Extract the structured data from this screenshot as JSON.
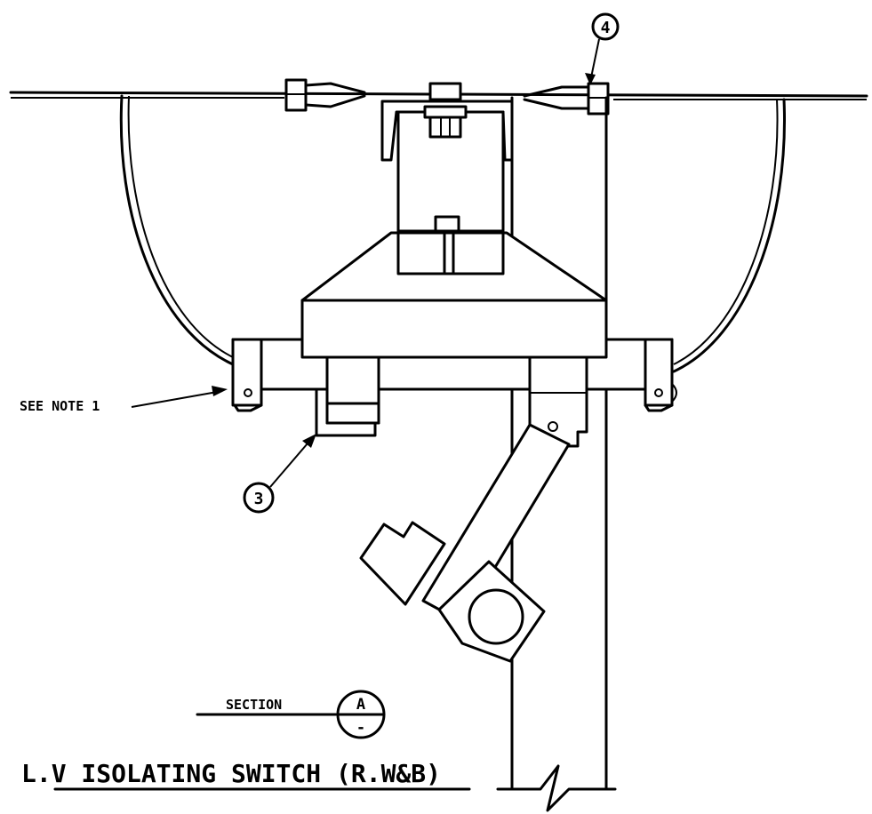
{
  "title": "L.V ISOLATING SWITCH (R.W&B)",
  "section": {
    "label": "SECTION",
    "letter": "A",
    "sheet": "-"
  },
  "callouts": {
    "note": "SEE NOTE 1",
    "item3": "3",
    "item4": "4"
  }
}
